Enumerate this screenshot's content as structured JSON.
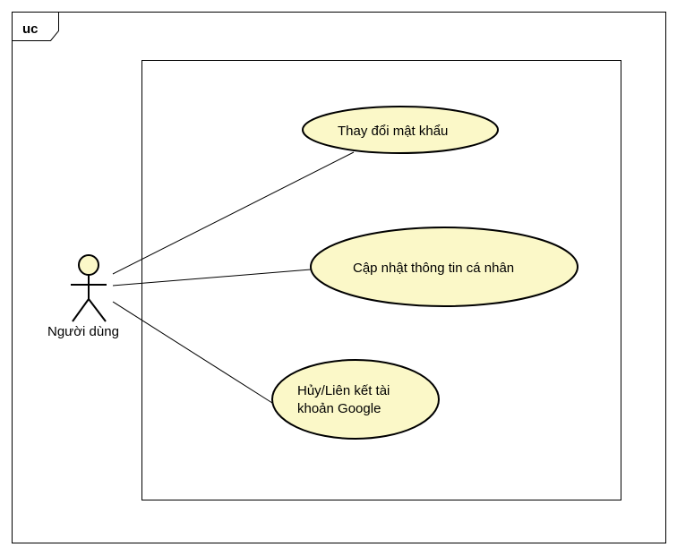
{
  "frame": {
    "label": "uc"
  },
  "actor": {
    "name": "Người dùng"
  },
  "use_cases": [
    {
      "id": "change-password",
      "lines": [
        "Thay đổi mật khẩu"
      ]
    },
    {
      "id": "update-profile",
      "lines": [
        "Cập nhật thông tin cá nhân"
      ]
    },
    {
      "id": "link-google",
      "lines": [
        "Hủy/Liên kết tài",
        "khoản Google"
      ]
    }
  ],
  "colors": {
    "use_case_fill": "#fbf8c8",
    "actor_head_fill": "#fbf8c8",
    "stroke": "#000000",
    "background": "#ffffff"
  }
}
